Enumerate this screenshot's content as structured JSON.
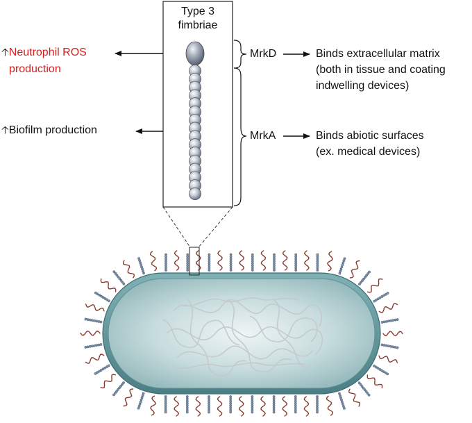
{
  "fimbriae_box": {
    "title_line1": "Type 3",
    "title_line2": "fimbriae"
  },
  "left_effects": [
    {
      "line1": "Neutrophil ROS",
      "line2": "production",
      "color": "#d42020",
      "arrow_glyph": "up-arrow-icon"
    },
    {
      "line1": "Biofilm production",
      "line2": "",
      "color": "#111111",
      "arrow_glyph": "up-arrow-icon"
    }
  ],
  "components": [
    {
      "name": "MrkD",
      "function_lines": [
        "Binds extracellular matrix",
        "(both in tissue and coating",
        "indwelling devices)"
      ]
    },
    {
      "name": "MrkA",
      "function_lines": [
        "Binds abiotic surfaces",
        "(ex. medical devices)"
      ]
    }
  ],
  "colors": {
    "cell_fill": "#bcd2d4",
    "cell_membrane": "#5f9095",
    "fimbria_bead": "#9aa6b8",
    "flagellum": "#8a3b30",
    "dna": "#c8cdd2"
  }
}
